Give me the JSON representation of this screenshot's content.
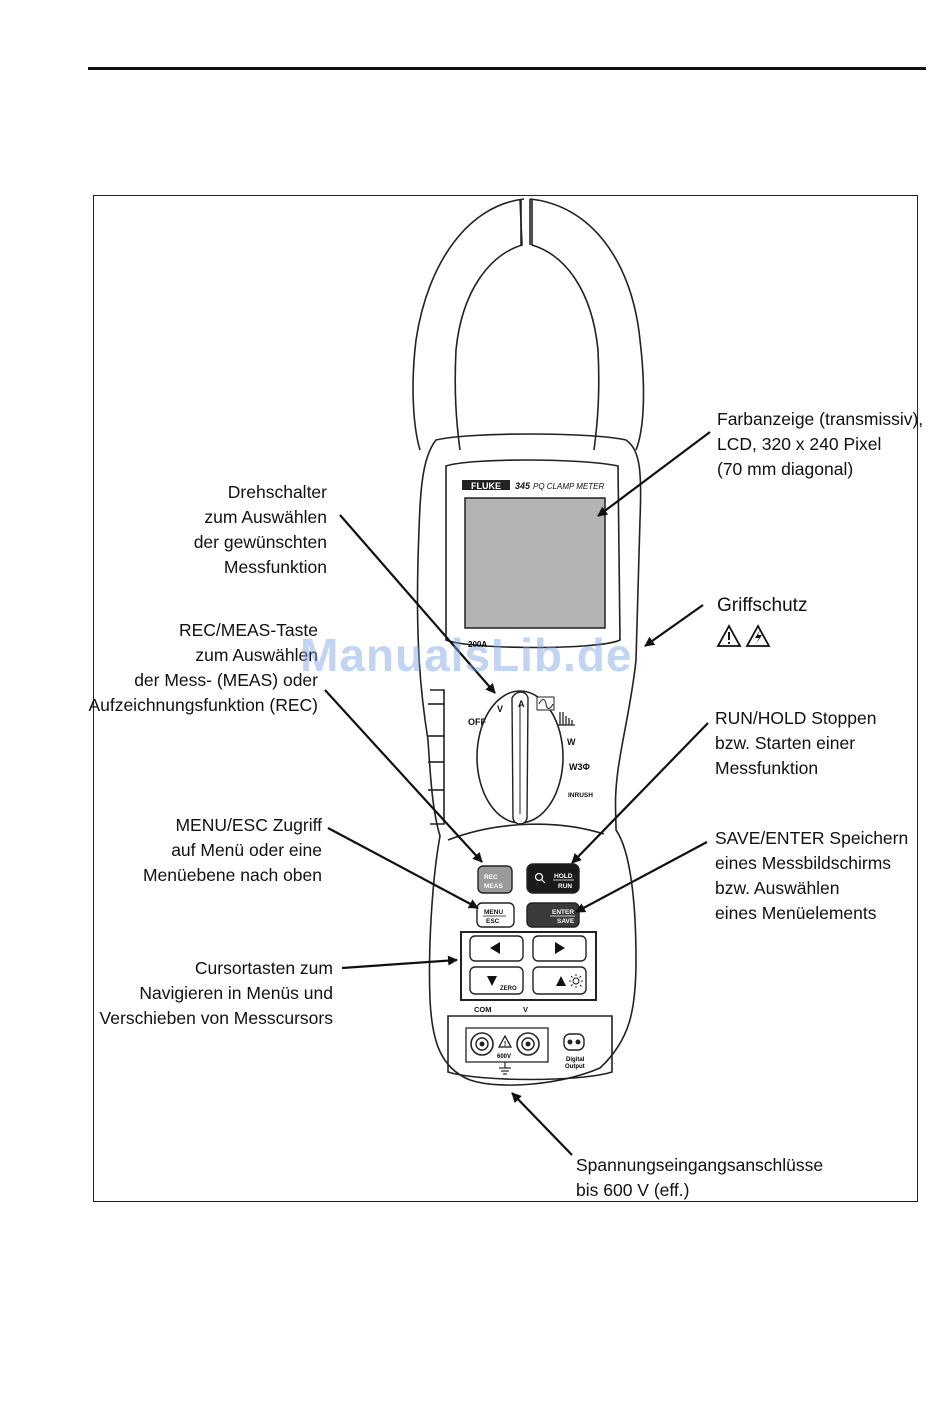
{
  "device": {
    "brand": "FLUKE",
    "model": "345",
    "model_name": "PQ CLAMP METER",
    "range_label": "200A",
    "dial": {
      "off": "OFF",
      "v": "V",
      "a": "A",
      "w": "W",
      "w3": "W3Φ",
      "inrush": "INRUSH"
    },
    "keys": {
      "rec": "REC",
      "meas": "MEAS",
      "hold": "HOLD",
      "run": "RUN",
      "menu": "MENU",
      "esc": "ESC",
      "enter": "ENTER",
      "save": "SAVE",
      "zero": "ZERO"
    },
    "terminals": {
      "com": "COM",
      "v": "V",
      "cat": "600V",
      "digital_1": "Digital",
      "digital_2": "Output"
    }
  },
  "callouts": {
    "display": [
      "Farbanzeige (transmissiv),",
      "LCD, 320 x 240 Pixel",
      "(70 mm diagonal)"
    ],
    "rotary": [
      "Drehschalter",
      "zum Auswählen",
      "der gewünschten",
      "Messfunktion"
    ],
    "guard": [
      "Griffschutz"
    ],
    "rec_meas": [
      "REC/MEAS-Taste",
      "zum Auswählen",
      "der Mess- (MEAS) oder",
      "Aufzeichnungsfunktion (REC)"
    ],
    "run_hold": [
      "RUN/HOLD Stoppen",
      "bzw. Starten einer",
      "Messfunktion"
    ],
    "menu_esc": [
      "MENU/ESC Zugriff",
      "auf Menü oder eine",
      "Menüebene nach oben"
    ],
    "save_enter": [
      "SAVE/ENTER Speichern",
      "eines Messbildschirms",
      "bzw. Auswählen",
      "eines Menüelements"
    ],
    "cursor": [
      "Cursortasten zum",
      "Navigieren in Menüs und",
      "Verschieben von Messcursors"
    ],
    "inputs": [
      "Spannungseingangsanschlüsse",
      "bis 600 V (eff.)"
    ]
  },
  "watermark": "ManualsLib.de"
}
